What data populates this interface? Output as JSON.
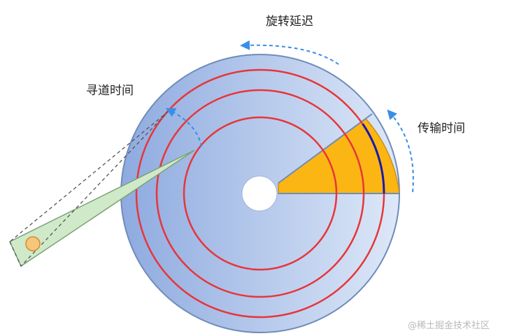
{
  "labels": {
    "rotational_latency": "旋转延迟",
    "seek_time": "寻道时间",
    "transfer_time": "传输时间"
  },
  "watermark": "@稀土掘金技术社区",
  "colors": {
    "platter_dark": "#8eaadf",
    "platter_light": "#dde8f8",
    "platter_edge": "#6f8cba",
    "track": "#e8353a",
    "sector": "#fbb614",
    "sector_edge": "#c9901a",
    "sector_arc": "#1a1aa8",
    "arm_fill": "#cfe9c9",
    "arm_edge": "#7aa274",
    "head": "#f5c77d",
    "arrow": "#3a8ee6"
  }
}
